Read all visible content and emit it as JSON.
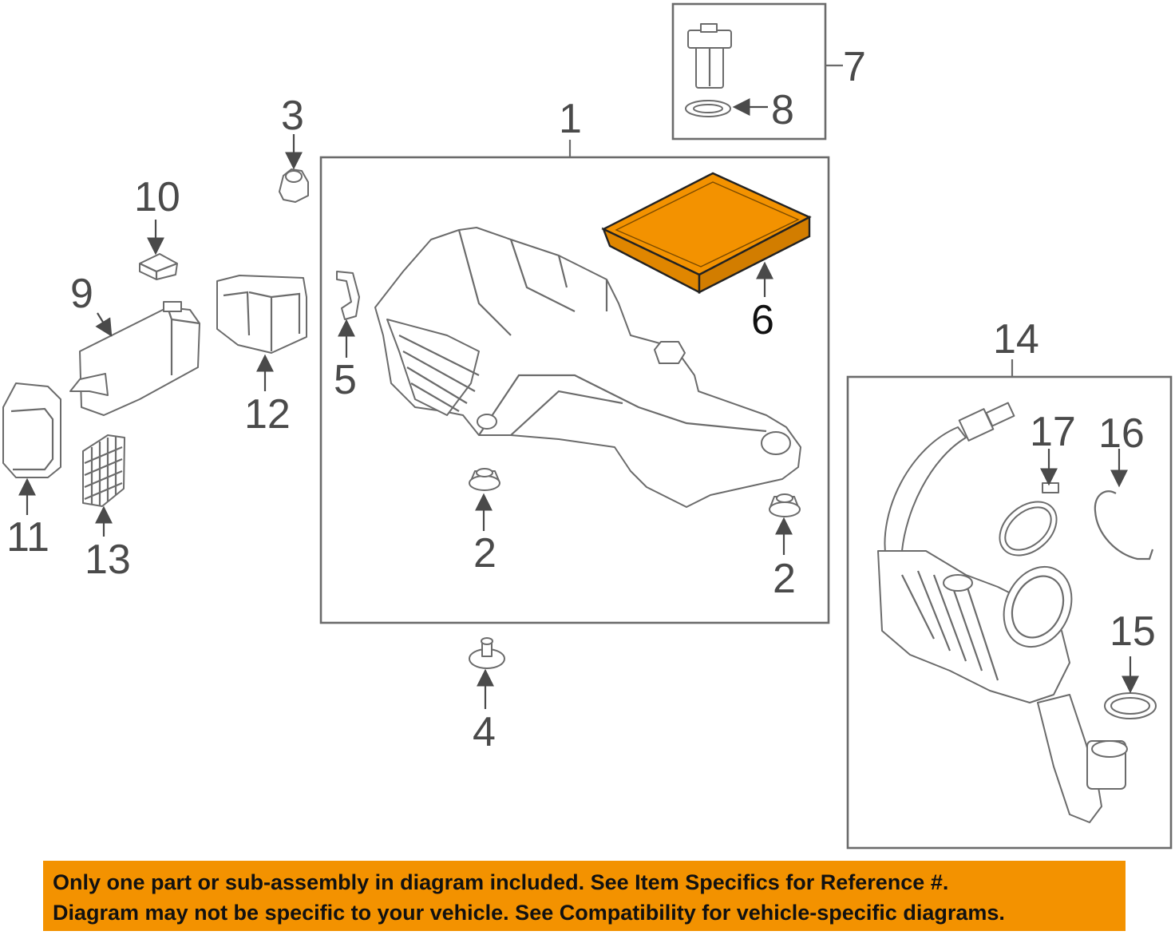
{
  "colors": {
    "accent": "#f39200",
    "outline": "#6b6b6b",
    "text": "#4a4a4a"
  },
  "callouts": {
    "c1": "1",
    "c2a": "2",
    "c2b": "2",
    "c3": "3",
    "c4": "4",
    "c5": "5",
    "c6": "6",
    "c7": "7",
    "c8": "8",
    "c9": "9",
    "c10": "10",
    "c11": "11",
    "c12": "12",
    "c13": "13",
    "c14": "14",
    "c15": "15",
    "c16": "16",
    "c17": "17"
  },
  "banner": {
    "line1": "Only one part or sub-assembly in diagram included. See Item Specifics for Reference #.",
    "line2": "Diagram may not be specific to your vehicle. See Compatibility for vehicle-specific diagrams."
  }
}
